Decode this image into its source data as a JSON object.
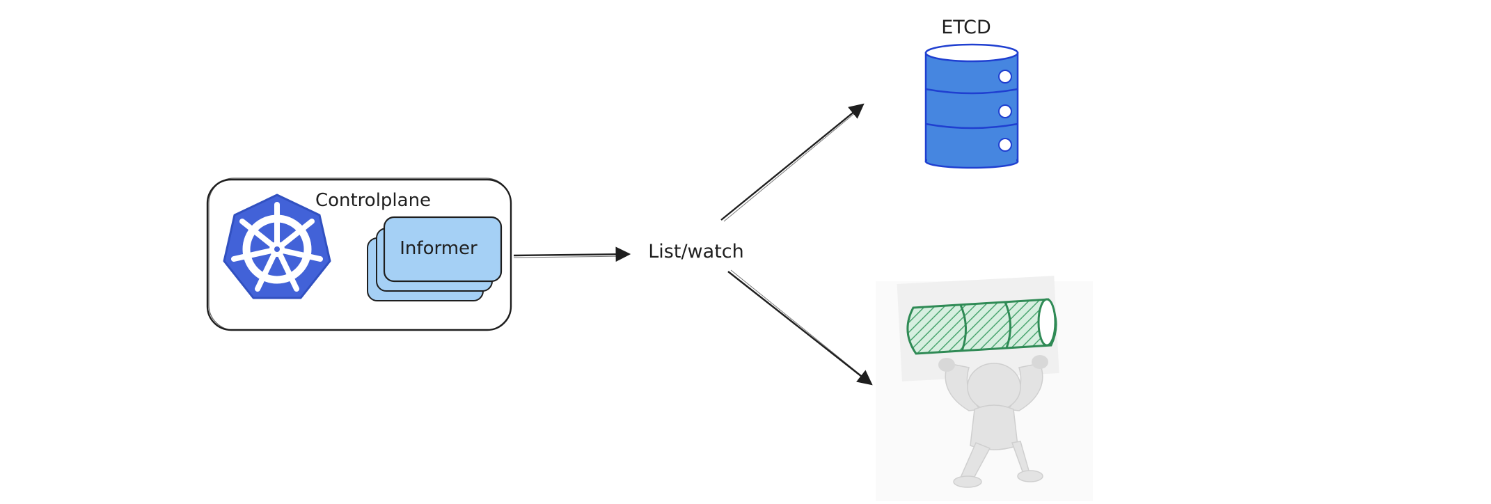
{
  "diagram": {
    "controlplane": {
      "label": "Controlplane",
      "logo": "kubernetes-helm-wheel-icon"
    },
    "informer": {
      "label": "Informer"
    },
    "edge_label": "List/watch",
    "etcd": {
      "label": "ETCD",
      "icon": "database-cylinder-icon"
    },
    "cache": {
      "icon": "person-holding-green-cylinder-icon"
    }
  },
  "colors": {
    "stroke": "#1e1e1e",
    "k8s_blue": "#4262d8",
    "informer_fill": "#a5d0f5",
    "etcd_blue": "#4686e0",
    "etcd_stroke": "#1f3fd0",
    "cylinder_green": "#2f8a55",
    "cylinder_fill": "#d7efe0"
  }
}
